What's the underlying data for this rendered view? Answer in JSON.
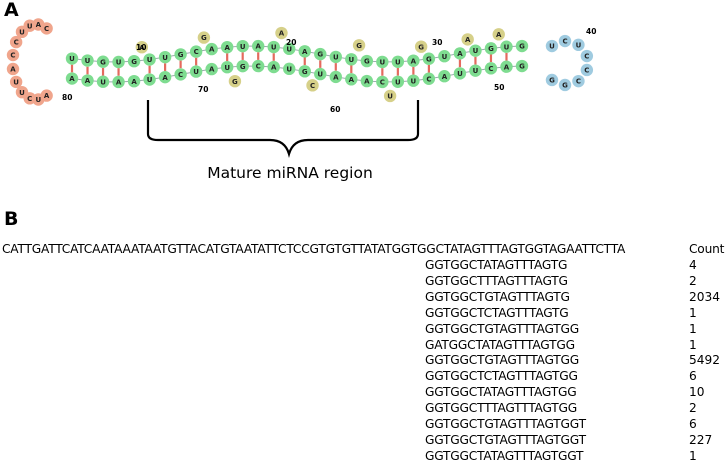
{
  "panel_a": {
    "label": "A",
    "mature_label": "Mature miRNA region",
    "numbers": [
      "10",
      "20",
      "30",
      "40",
      "50",
      "60",
      "70",
      "80"
    ],
    "colors": {
      "loop_salmon": "#f0a58c",
      "loop_blue": "#9fcbe0",
      "stem_green": "#7edc90",
      "bulge_khaki": "#d6d089",
      "pair_red": "#e46a5e"
    },
    "top_strand": [
      "U",
      "U",
      "G",
      "U",
      "G",
      "U",
      "U",
      "G",
      "C",
      "A",
      "A",
      "U",
      "A",
      "U",
      "U",
      "A",
      "G",
      "U",
      "U",
      "G",
      "U",
      "U",
      "A",
      "G",
      "U",
      "A",
      "U",
      "G",
      "U",
      "G"
    ],
    "bottom_strand": [
      "A",
      "A",
      "U",
      "A",
      "A",
      "U",
      "A",
      "C",
      "U",
      "A",
      "U",
      "G",
      "C",
      "A",
      "U",
      "G",
      "U",
      "A",
      "A",
      "A",
      "C",
      "U",
      "U",
      "C",
      "A",
      "U",
      "U",
      "C",
      "A",
      "G"
    ],
    "loop_left": [
      "C",
      "A",
      "U",
      "U",
      "C",
      "C",
      "A",
      "U",
      "U",
      "C",
      "U",
      "A"
    ],
    "loop_right": [
      "U",
      "C",
      "U",
      "C",
      "C",
      "C",
      "G",
      "G"
    ],
    "bulges": [
      "A",
      "G",
      "A",
      "G",
      "G",
      "A",
      "A",
      "G",
      "C",
      "U"
    ]
  },
  "panel_b": {
    "label": "B",
    "precursor": "CATTGATTCATCAATAAATAATGTTACATGTAATATTCTCCGTGTGTTATATGGTGGCTATAGTTTAGTGGTAGAATTCTTA",
    "count_header": "Count",
    "reads": [
      {
        "seq": "GGTGGCTATAGTTTAGTG",
        "count": "4"
      },
      {
        "seq": "GGTGGCTTTAGTTTAGTG",
        "count": "2"
      },
      {
        "seq": "GGTGGCTGTAGTTTAGTG",
        "count": "2034"
      },
      {
        "seq": "GGTGGCTCTAGTTTAGTG",
        "count": "1"
      },
      {
        "seq": "GGTGGCTGTAGTTTAGTGG",
        "count": "1"
      },
      {
        "seq": "GATGGCTATAGTTTAGTGG",
        "count": "1"
      },
      {
        "seq": "GGTGGCTGTAGTTTAGTGG",
        "count": "5492"
      },
      {
        "seq": "GGTGGCTCTAGTTTAGTGG",
        "count": "6"
      },
      {
        "seq": "GGTGGCTATAGTTTAGTGG",
        "count": "10"
      },
      {
        "seq": "GGTGGCTTTAGTTTAGTGG",
        "count": "2"
      },
      {
        "seq": "GGTGGCTGTAGTTTAGTGGT",
        "count": "6"
      },
      {
        "seq": "GGTGGCTGTAGTTTAGTGGT",
        "count": "227"
      },
      {
        "seq": "GGTGGCTATAGTTTAGTGGT",
        "count": "1"
      }
    ]
  }
}
